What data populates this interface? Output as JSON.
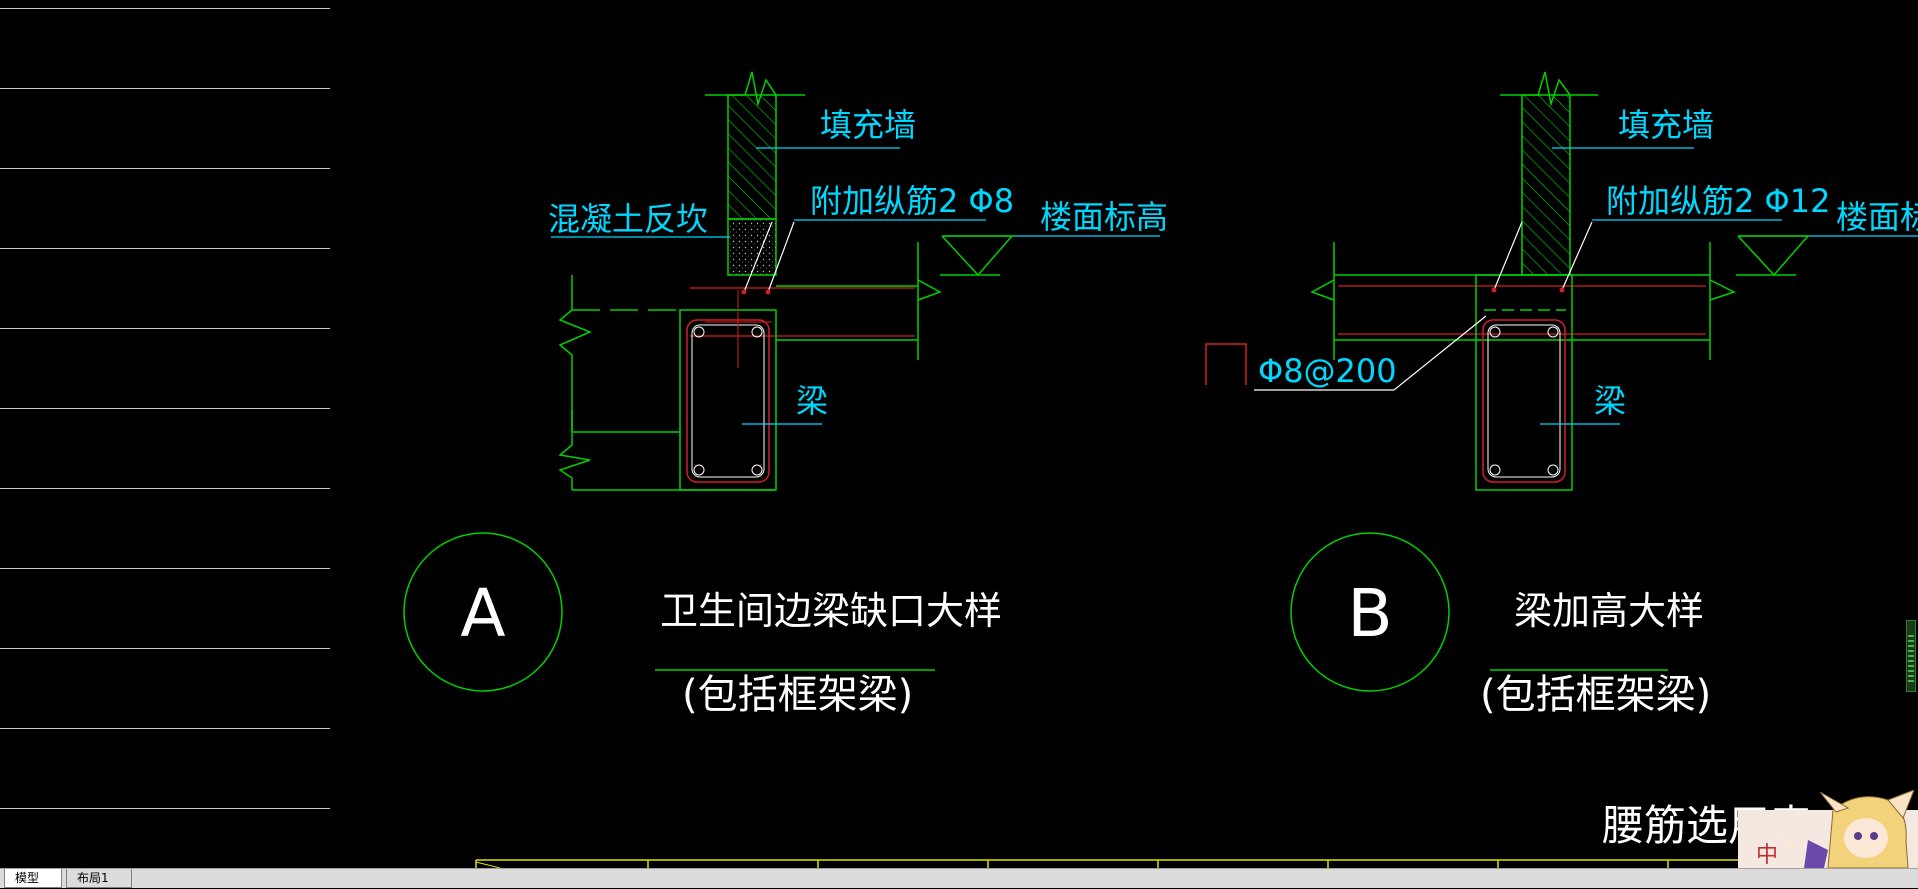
{
  "tabs": {
    "model": "模型",
    "layout1": "布局1"
  },
  "detail_a": {
    "label_wall": "填充墙",
    "label_rebar": "附加纵筋2 Φ8",
    "label_curb": "混凝土反坎",
    "label_floor": "楼面标高",
    "label_beam": "梁",
    "circle_letter": "A",
    "title": "卫生间边梁缺口大样",
    "subtitle": "(包括框架梁)"
  },
  "detail_b": {
    "label_wall": "填充墙",
    "label_rebar": "附加纵筋2 Φ12",
    "label_floor": "楼面标高",
    "label_stirrup": "Φ8@200",
    "label_beam": "梁",
    "circle_letter": "B",
    "title": "梁加高大样",
    "subtitle": "(包括框架梁)"
  },
  "table_title": "腰筋选用表",
  "mascot_text": "中",
  "colors": {
    "cyan": "#00d7ff",
    "green": "#00d000",
    "red": "#d02020",
    "white": "#ffffff",
    "yellow": "#e0e000"
  }
}
